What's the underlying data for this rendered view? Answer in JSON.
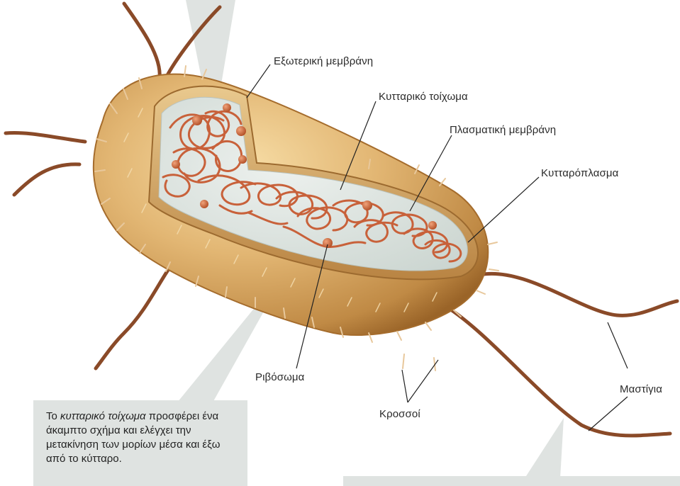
{
  "labels": {
    "outer_membrane": "Εξωτερική μεμβράνη",
    "cell_wall": "Κυτταρικό τοίχωμα",
    "plasma_membrane": "Πλασματική μεμβράνη",
    "cytoplasm": "Κυτταρόπλασμα",
    "ribosome": "Ριβόσωμα",
    "pili": "Κροσσοί",
    "flagella": "Μαστίγια"
  },
  "callout": {
    "before": "Το ",
    "term": "κυτταρικό τοίχωμα",
    "after": " προσφέρει ένα άκαμπτο σχήμα και ελέγχει την μετακίνηση των μορίων μέσα και έξω από το κύτταρο."
  },
  "colors": {
    "cell_body": "#d9a862",
    "cell_highlight": "#f3d59a",
    "cell_shadow": "#a9722f",
    "cytoplasm": "#dfe6e2",
    "dna": "#c8613a",
    "flagellum": "#8a4a28",
    "callout_bg": "#dfe3e1",
    "leader_line": "#222222"
  }
}
